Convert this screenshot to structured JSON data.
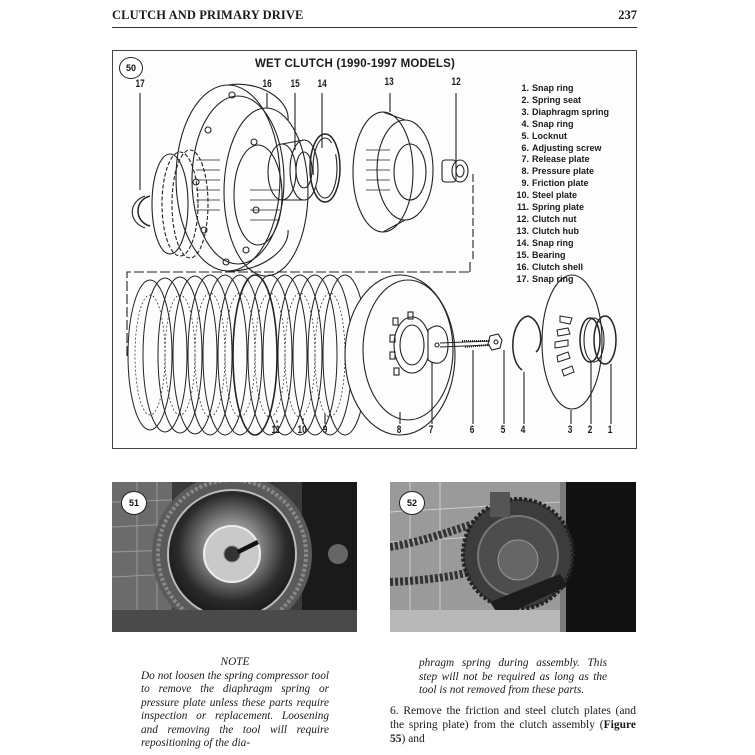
{
  "header": {
    "title": "CLUTCH AND PRIMARY DRIVE",
    "page_number": "237"
  },
  "figure_50": {
    "badge": "50",
    "title": "WET CLUTCH (1990-1997 MODELS)",
    "top_callouts": [
      "17",
      "16",
      "15",
      "14",
      "13",
      "12"
    ],
    "bottom_callouts": [
      "11",
      "10",
      "9",
      "8",
      "7",
      "6",
      "5",
      "4",
      "3",
      "2",
      "1"
    ],
    "legend": [
      {
        "num": "1.",
        "label": "Snap ring"
      },
      {
        "num": "2.",
        "label": "Spring seat"
      },
      {
        "num": "3.",
        "label": "Diaphragm spring"
      },
      {
        "num": "4.",
        "label": "Snap ring"
      },
      {
        "num": "5.",
        "label": "Locknut"
      },
      {
        "num": "6.",
        "label": "Adjusting screw"
      },
      {
        "num": "7.",
        "label": "Release plate"
      },
      {
        "num": "8.",
        "label": "Pressure plate"
      },
      {
        "num": "9.",
        "label": "Friction plate"
      },
      {
        "num": "10.",
        "label": "Steel plate"
      },
      {
        "num": "11.",
        "label": "Spring plate"
      },
      {
        "num": "12.",
        "label": "Clutch nut"
      },
      {
        "num": "13.",
        "label": "Clutch hub"
      },
      {
        "num": "14.",
        "label": "Snap ring"
      },
      {
        "num": "15.",
        "label": "Bearing"
      },
      {
        "num": "16.",
        "label": "Clutch shell"
      },
      {
        "num": "17.",
        "label": "Snap ring"
      }
    ]
  },
  "figure_51": {
    "badge": "51"
  },
  "figure_52": {
    "badge": "52"
  },
  "note": {
    "title": "NOTE",
    "text": "Do not loosen the spring compressor tool to remove the diaphragm spring or pressure plate unless these parts require inspection or replacement. Loosening and removing the tool will require repositioning of the dia-",
    "continuation": "phragm spring during assembly. This step will not be required as long as the tool is not removed from these parts."
  },
  "step_6": {
    "text_before": "6. Remove the friction and steel clutch plates (and the spring plate) from the clutch assembly (",
    "figure_ref": "Figure 55",
    "text_after": ") and"
  }
}
